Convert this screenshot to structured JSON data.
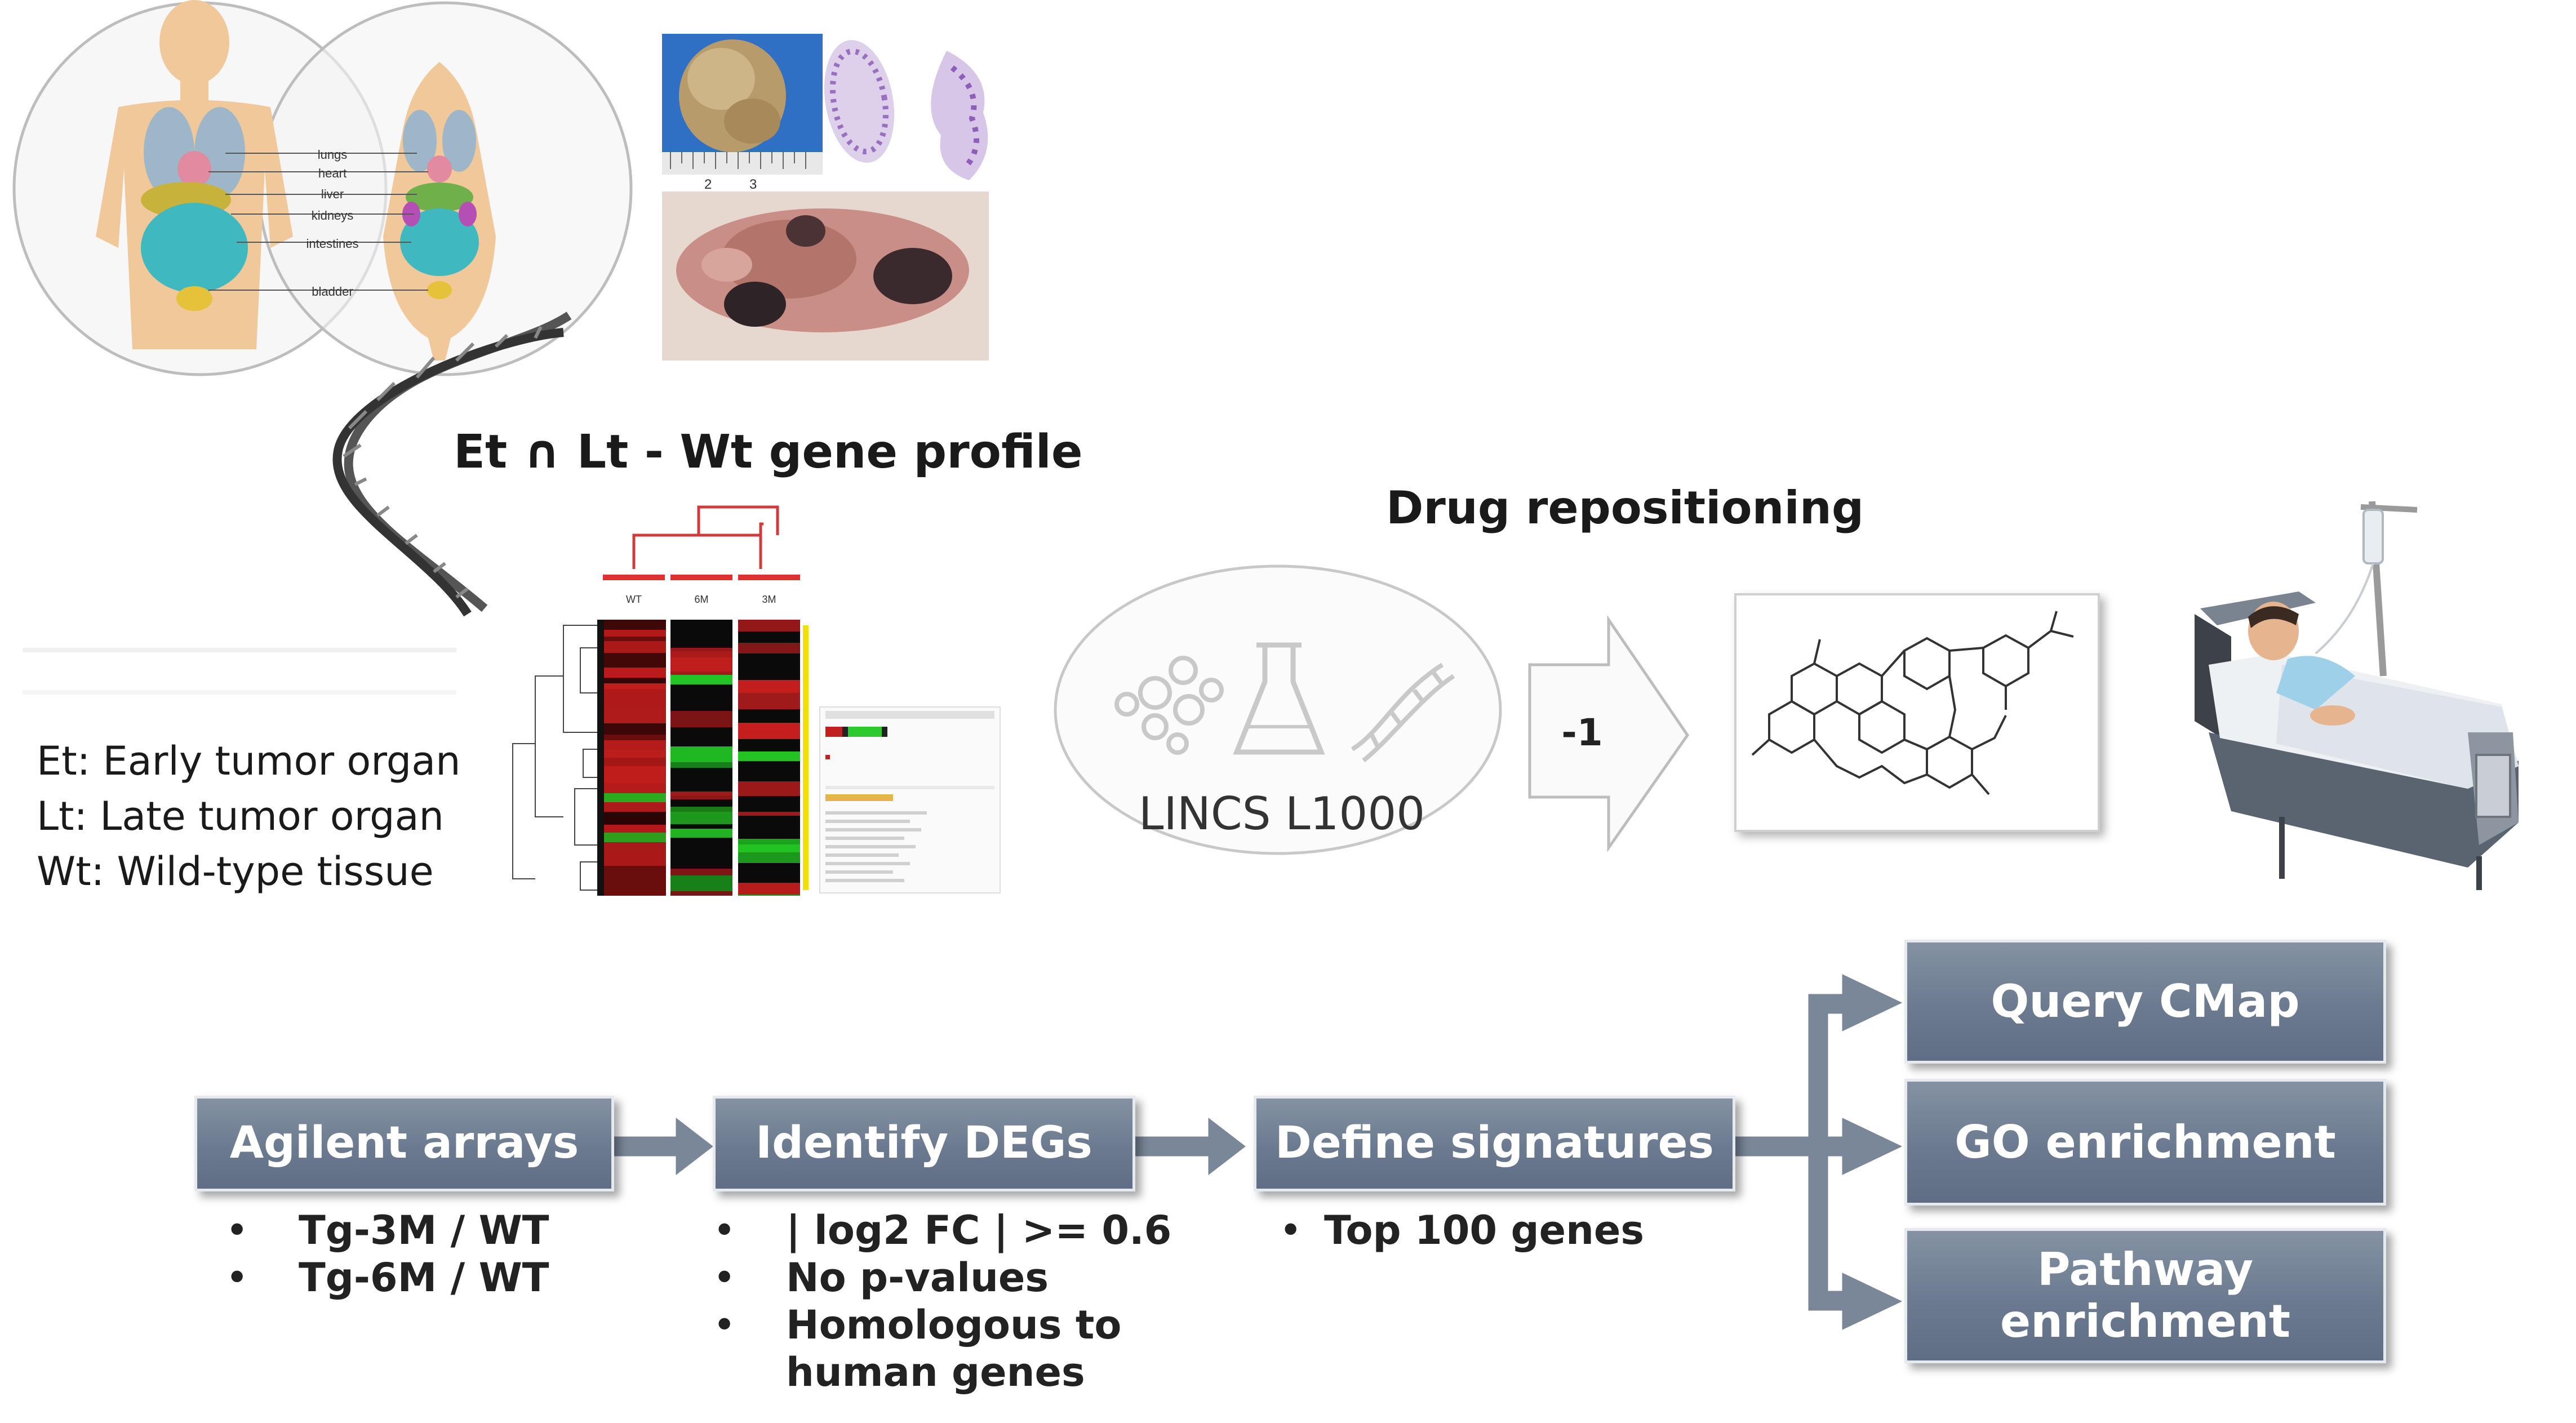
{
  "top": {
    "profile_title": "Et ∩ Lt - Wt gene profile",
    "drug_title": "Drug repositioning",
    "organ_labels": [
      "lungs",
      "heart",
      "liver",
      "kidneys",
      "intestines",
      "bladder"
    ],
    "legend": [
      "Et: Early tumor organ",
      "Lt: Late tumor organ",
      "Wt: Wild-type tissue"
    ],
    "heatmap_columns": [
      "WT",
      "6M",
      "3M"
    ],
    "lincs_label": "LINCS L1000",
    "arrow_label": "-1",
    "ruler_numbers": [
      "2",
      "3"
    ]
  },
  "pipeline": {
    "steps": [
      {
        "label": "Agilent arrays",
        "bullets": [
          "Tg-3M / WT",
          "Tg-6M / WT"
        ]
      },
      {
        "label": "Identify DEGs",
        "bullets": [
          "| log2 FC | >= 0.6",
          "No p-values",
          "Homologous to\nhuman genes"
        ]
      },
      {
        "label": "Define signatures",
        "bullets": [
          "Top 100 genes"
        ]
      }
    ],
    "outputs": [
      "Query CMap",
      "GO enrichment",
      "Pathway\nenrichment"
    ]
  },
  "colors": {
    "box_fill": "#6b7a8f",
    "heat_red": "#c41e1e",
    "heat_green": "#22c622",
    "organ_teal": "#3fb8c0",
    "body_skin": "#f0c89a"
  }
}
